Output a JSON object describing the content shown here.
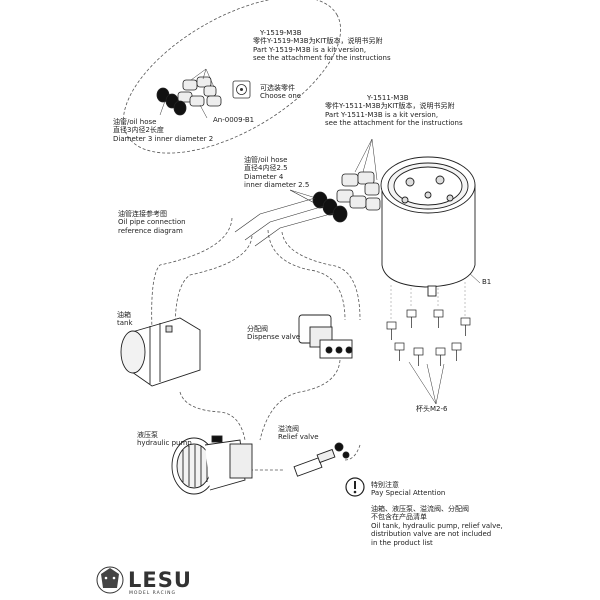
{
  "kit_1519": {
    "title": "Y-1519-M3B",
    "lines": [
      "零件Y-1519-M3B为KIT版本，说明书另附",
      "Part Y-1519-M3B is a kit version,",
      "see the attachment for the instructions"
    ]
  },
  "choose_one": {
    "zh": "可选装零件",
    "en": "Choose one"
  },
  "part_an": "An-0009-B1",
  "small_hose": {
    "lines": [
      "油管/oil hose",
      "直径3内径2长度",
      "Diameter 3 inner diameter 2"
    ]
  },
  "kit_1511": {
    "title": "Y-1511-M3B",
    "lines": [
      "零件Y-1511-M3B为KIT版本，说明书另附",
      "Part Y-1511-M3B is a kit version,",
      "see the attachment for the instructions"
    ]
  },
  "large_hose": {
    "lines": [
      "油管/oil hose",
      "直径4内径2.5",
      "Diameter 4",
      "inner diameter 2.5"
    ]
  },
  "pipe_ref": {
    "lines": [
      "油管连接参考图",
      "Oil pipe connection",
      "reference diagram"
    ]
  },
  "tank_b1": "B1",
  "tank_label": {
    "zh": "油箱",
    "en": "tank"
  },
  "dispense_valve": {
    "zh": "分配阀",
    "en": "Dispense valve"
  },
  "bolt_label": "杯头M2-6",
  "pump_label": {
    "zh": "液压泵",
    "en": "hydraulic pump"
  },
  "relief_valve": {
    "zh": "溢流阀",
    "en": "Relief valve"
  },
  "attention": {
    "zh": "特别注意",
    "en": "Pay Special Attention"
  },
  "note": {
    "lines": [
      "油箱、液压泵、溢流阀、分配阀",
      "不包含在产品清单",
      "Oil tank, hydraulic pump, relief valve,",
      "distribution valve are not included",
      "in the product list"
    ]
  },
  "logo": {
    "name": "LESU",
    "sub": "MODEL RACING"
  }
}
